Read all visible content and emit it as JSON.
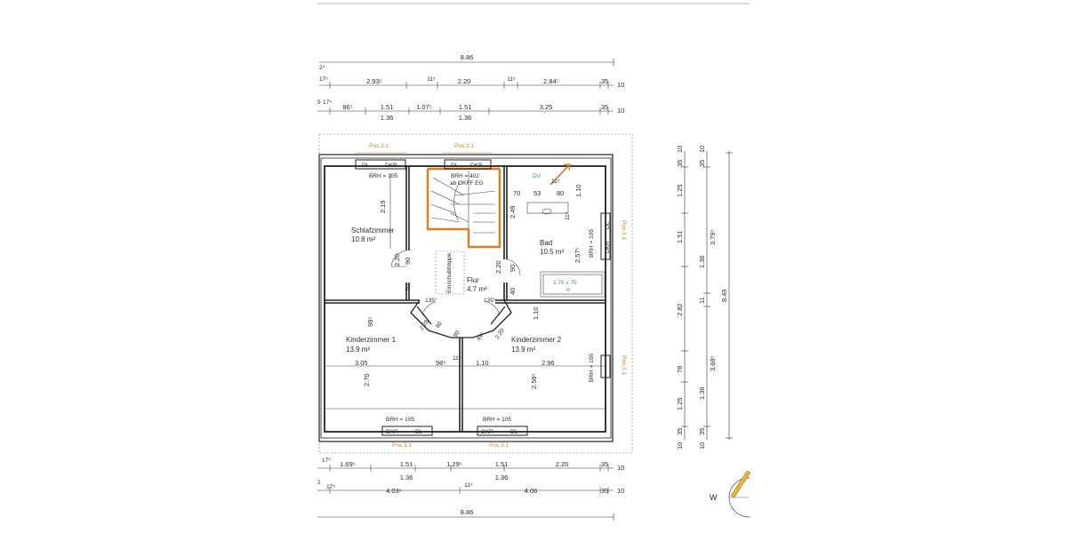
{
  "top_dimensions": {
    "overall": "8.86",
    "row1": [
      "2⁵",
      "17⁵",
      "2.93⁵",
      "11⁵",
      "2.20",
      "11⁵",
      "2.84⁵",
      "35",
      "10"
    ],
    "row2": [
      "5",
      "17⁵",
      "86⁵",
      "1.51",
      "1.36",
      "1.07⁵",
      "1.51",
      "1.36",
      "3.25",
      "35",
      "10"
    ]
  },
  "bottom_dimensions": {
    "row1": [
      "17⁵",
      "1.69⁵",
      "1.51",
      "1.36",
      "1.29⁵",
      "1.51",
      "1.36",
      "2.20",
      "35",
      "10"
    ],
    "row2": [
      "2",
      "17⁵",
      "4.03⁵",
      "11⁵",
      "4.06",
      "35",
      "10"
    ],
    "overall": "8.86"
  },
  "right_dimensions": {
    "col1": [
      "10",
      "35",
      "1.25",
      "1.51",
      "2.82",
      "78",
      "1.25",
      "35",
      "10"
    ],
    "col2": [
      "10",
      "35",
      "1.36",
      "3.79⁵",
      "11",
      "3.68⁵",
      "1.36",
      "35",
      "10"
    ],
    "overall": "8.49"
  },
  "rooms": {
    "schlafzimmer": {
      "name": "Schlafzimmer",
      "area": "10.8 m²"
    },
    "bad": {
      "name": "Bad",
      "area": "10.5 m²"
    },
    "flur": {
      "name": "Flur",
      "area": "4.7 m²"
    },
    "kinder1": {
      "name": "Kinderzimmer 1",
      "area": "13.9 m²"
    },
    "kinder2": {
      "name": "Kinderzimmer 2",
      "area": "13.9 m²"
    }
  },
  "labels": {
    "pos": "Pos.3.1",
    "dl": "DL",
    "dkr": "DKR",
    "brh105": "BRH = 105",
    "brh402": "BRH = 402",
    "ab_okff_eg": "ab OKFF EG",
    "einschubtreppe": "Einschubtreppe",
    "du": "DU",
    "bathtub": "1.75 x 75",
    "compass_w": "W"
  },
  "interior_dimensions": {
    "d219": "2.19",
    "d220": "2.20",
    "d90a": "90",
    "d70a": "70",
    "d249": "2.49",
    "d90b": "90",
    "d220b": "2.20",
    "d40": "40",
    "d70b": "70",
    "d53": "53",
    "d80": "80",
    "d110a": "1.10",
    "d11a": "11⁵",
    "d11b": "11⁵",
    "d257": "2.57⁵",
    "d135a": "135°",
    "d135b": "135°",
    "d98a": "98⁵",
    "d228": "2.28",
    "d90c": "90",
    "d90d": "90",
    "d44": "44⁵",
    "d220c": "2.20",
    "d110b": "1.10",
    "d305": "3.05",
    "d98b": "98⁵",
    "d11c": "11⁵",
    "d110c": "1.10",
    "d296": "2.96",
    "d270": "2.70",
    "d258": "2.58⁵"
  }
}
